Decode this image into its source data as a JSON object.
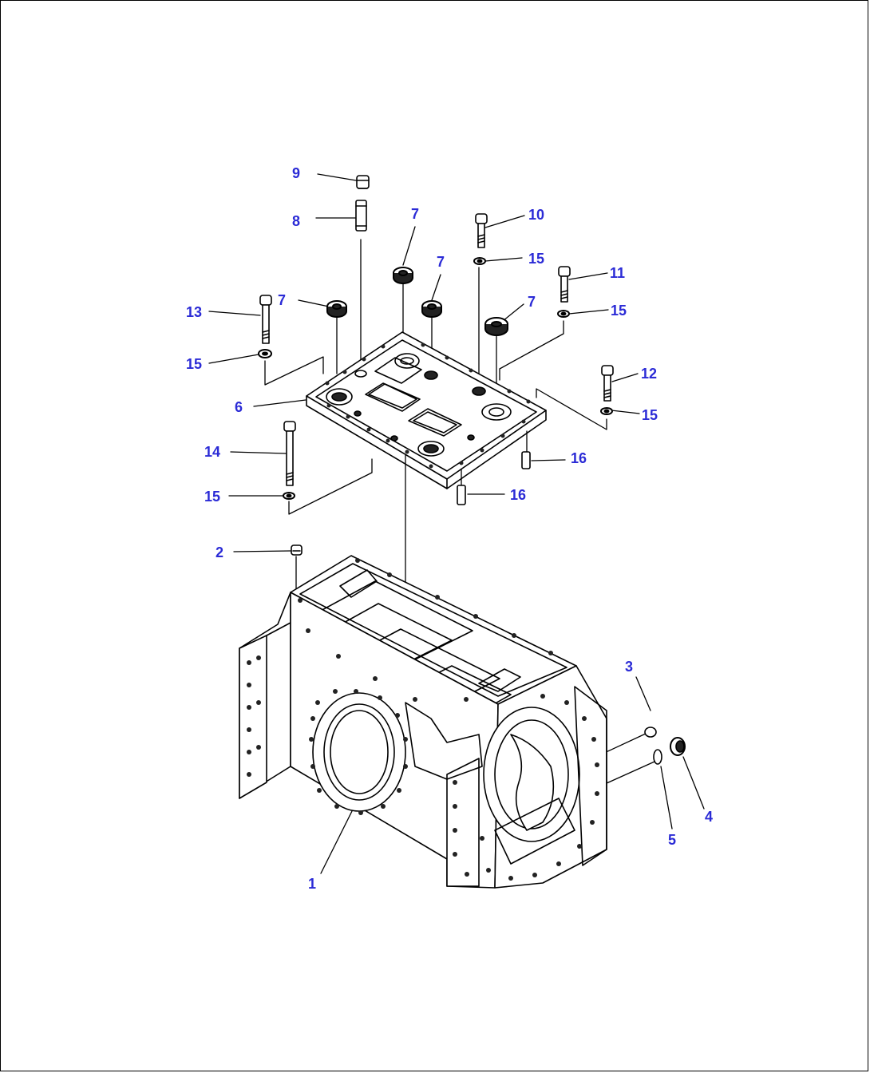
{
  "diagram": {
    "line_color": "#000000",
    "label_color": "#2b2bd6",
    "callouts": [
      {
        "id": "c9",
        "text": "9"
      },
      {
        "id": "c8",
        "text": "8"
      },
      {
        "id": "c7a",
        "text": "7"
      },
      {
        "id": "c7b",
        "text": "7"
      },
      {
        "id": "c7c",
        "text": "7"
      },
      {
        "id": "c7d",
        "text": "7"
      },
      {
        "id": "c10",
        "text": "10"
      },
      {
        "id": "c15a",
        "text": "15"
      },
      {
        "id": "c11",
        "text": "11"
      },
      {
        "id": "c13",
        "text": "13"
      },
      {
        "id": "c15b",
        "text": "15"
      },
      {
        "id": "c15c",
        "text": "15"
      },
      {
        "id": "c6",
        "text": "6"
      },
      {
        "id": "c12",
        "text": "12"
      },
      {
        "id": "c15d",
        "text": "15"
      },
      {
        "id": "c14",
        "text": "14"
      },
      {
        "id": "c16a",
        "text": "16"
      },
      {
        "id": "c15e",
        "text": "15"
      },
      {
        "id": "c16b",
        "text": "16"
      },
      {
        "id": "c2",
        "text": "2"
      },
      {
        "id": "c3",
        "text": "3"
      },
      {
        "id": "c4",
        "text": "4"
      },
      {
        "id": "c5",
        "text": "5"
      },
      {
        "id": "c1",
        "text": "1"
      }
    ]
  }
}
